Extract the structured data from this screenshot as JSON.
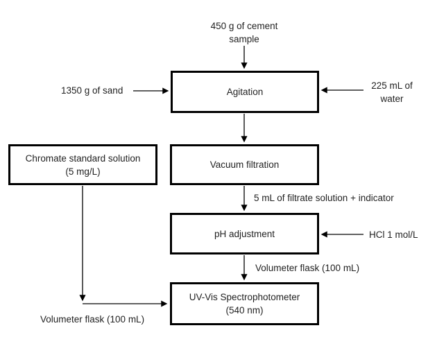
{
  "diagram": {
    "kind": "process-flowchart",
    "colors": {
      "background": "#ffffff",
      "box_border": "#000000",
      "connector": "#000000",
      "text": "#1f1f1f"
    },
    "inputs": {
      "cement_line1": "450 g of cement",
      "cement_line2": "sample",
      "sand": "1350 g of sand",
      "water_line1": "225 mL of",
      "water_line2": "water",
      "hcl": "HCl 1 mol/L"
    },
    "steps": {
      "agitation": "Agitation",
      "vacuum_filtration": "Vacuum filtration",
      "ph_adjustment": "pH adjustment",
      "uvvis_line1": "UV-Vis Spectrophotometer",
      "uvvis_line2": "(540 nm)",
      "chromate_line1": "Chromate standard solution",
      "chromate_line2": "(5 mg/L)"
    },
    "annotations": {
      "filtrate": "5 mL of filtrate solution + indicator",
      "volumeter_flask_top": "Volumeter flask (100 mL)",
      "volumeter_flask_bottom": "Volumeter flask (100 mL)"
    }
  }
}
